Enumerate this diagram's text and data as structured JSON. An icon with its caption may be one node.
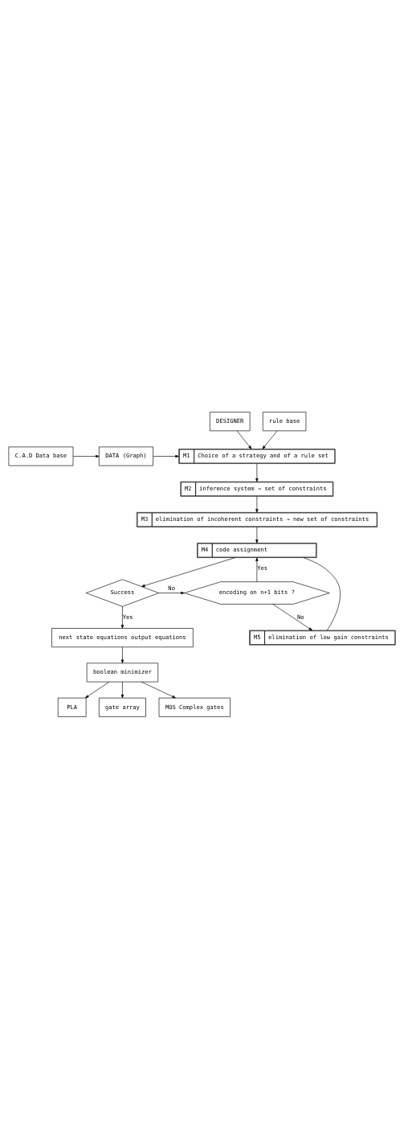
{
  "diagram": {
    "nodes": [
      {
        "text": [
          "DESIGNER"
        ]
      },
      {
        "text": [
          "C.A.D Data base"
        ]
      },
      {
        "text": [
          "DATA (Graph)"
        ]
      },
      {
        "text": [
          "M1",
          "Choice of a strategy and of a rule set"
        ]
      },
      {
        "text": [
          "rule base"
        ]
      },
      {
        "text": [
          "M2",
          "inference system → set of constraints"
        ]
      },
      {
        "text": [
          "M3",
          "elimination of incoherent constraints → new set of constraints"
        ]
      },
      {
        "text": [
          "M4",
          "code assignment"
        ]
      },
      {
        "text": [
          "Success"
        ]
      },
      {
        "text": [
          "encoding on n+1 bits ?"
        ]
      },
      {
        "text": [
          "M5",
          "elimination of low gain constraints"
        ]
      },
      {
        "text": [
          "next state equations output equations"
        ]
      },
      {
        "text": [
          "boolean minimizer"
        ]
      },
      {
        "text": [
          "PLA"
        ]
      },
      {
        "text": [
          "gate array"
        ]
      },
      {
        "text": [
          "MOS Complex gates"
        ]
      }
    ],
    "edges": [
      {
        "from": 0,
        "to": 3,
        "arrow": "to"
      },
      {
        "from": 1,
        "to": 2,
        "arrow": "to"
      },
      {
        "from": 2,
        "to": 3,
        "arrow": "to"
      },
      {
        "from": 4,
        "to": 3,
        "arrow": "to"
      },
      {
        "from": 3,
        "to": 5,
        "arrow": "to"
      },
      {
        "from": 5,
        "to": 6,
        "arrow": "to"
      },
      {
        "from": 6,
        "to": 7,
        "arrow": "to"
      },
      {
        "from": 7,
        "to": 8,
        "arrow": "to"
      },
      {
        "from": 8,
        "to": 9,
        "label": "No",
        "arrow": "to"
      },
      {
        "from": 8,
        "to": 11,
        "label": "Yes",
        "arrow": "to"
      },
      {
        "from": 9,
        "to": 7,
        "label": "Yes",
        "arrow": "to"
      },
      {
        "from": 9,
        "to": 10,
        "label": "No",
        "arrow": "to"
      },
      {
        "from": 10,
        "to": 7,
        "arrow": "none"
      },
      {
        "from": 11,
        "to": 12,
        "arrow": "to"
      },
      {
        "from": 12,
        "to": 13,
        "arrow": "to"
      },
      {
        "from": 12,
        "to": 14,
        "arrow": "to"
      },
      {
        "from": 12,
        "to": 15,
        "arrow": "to"
      }
    ]
  }
}
